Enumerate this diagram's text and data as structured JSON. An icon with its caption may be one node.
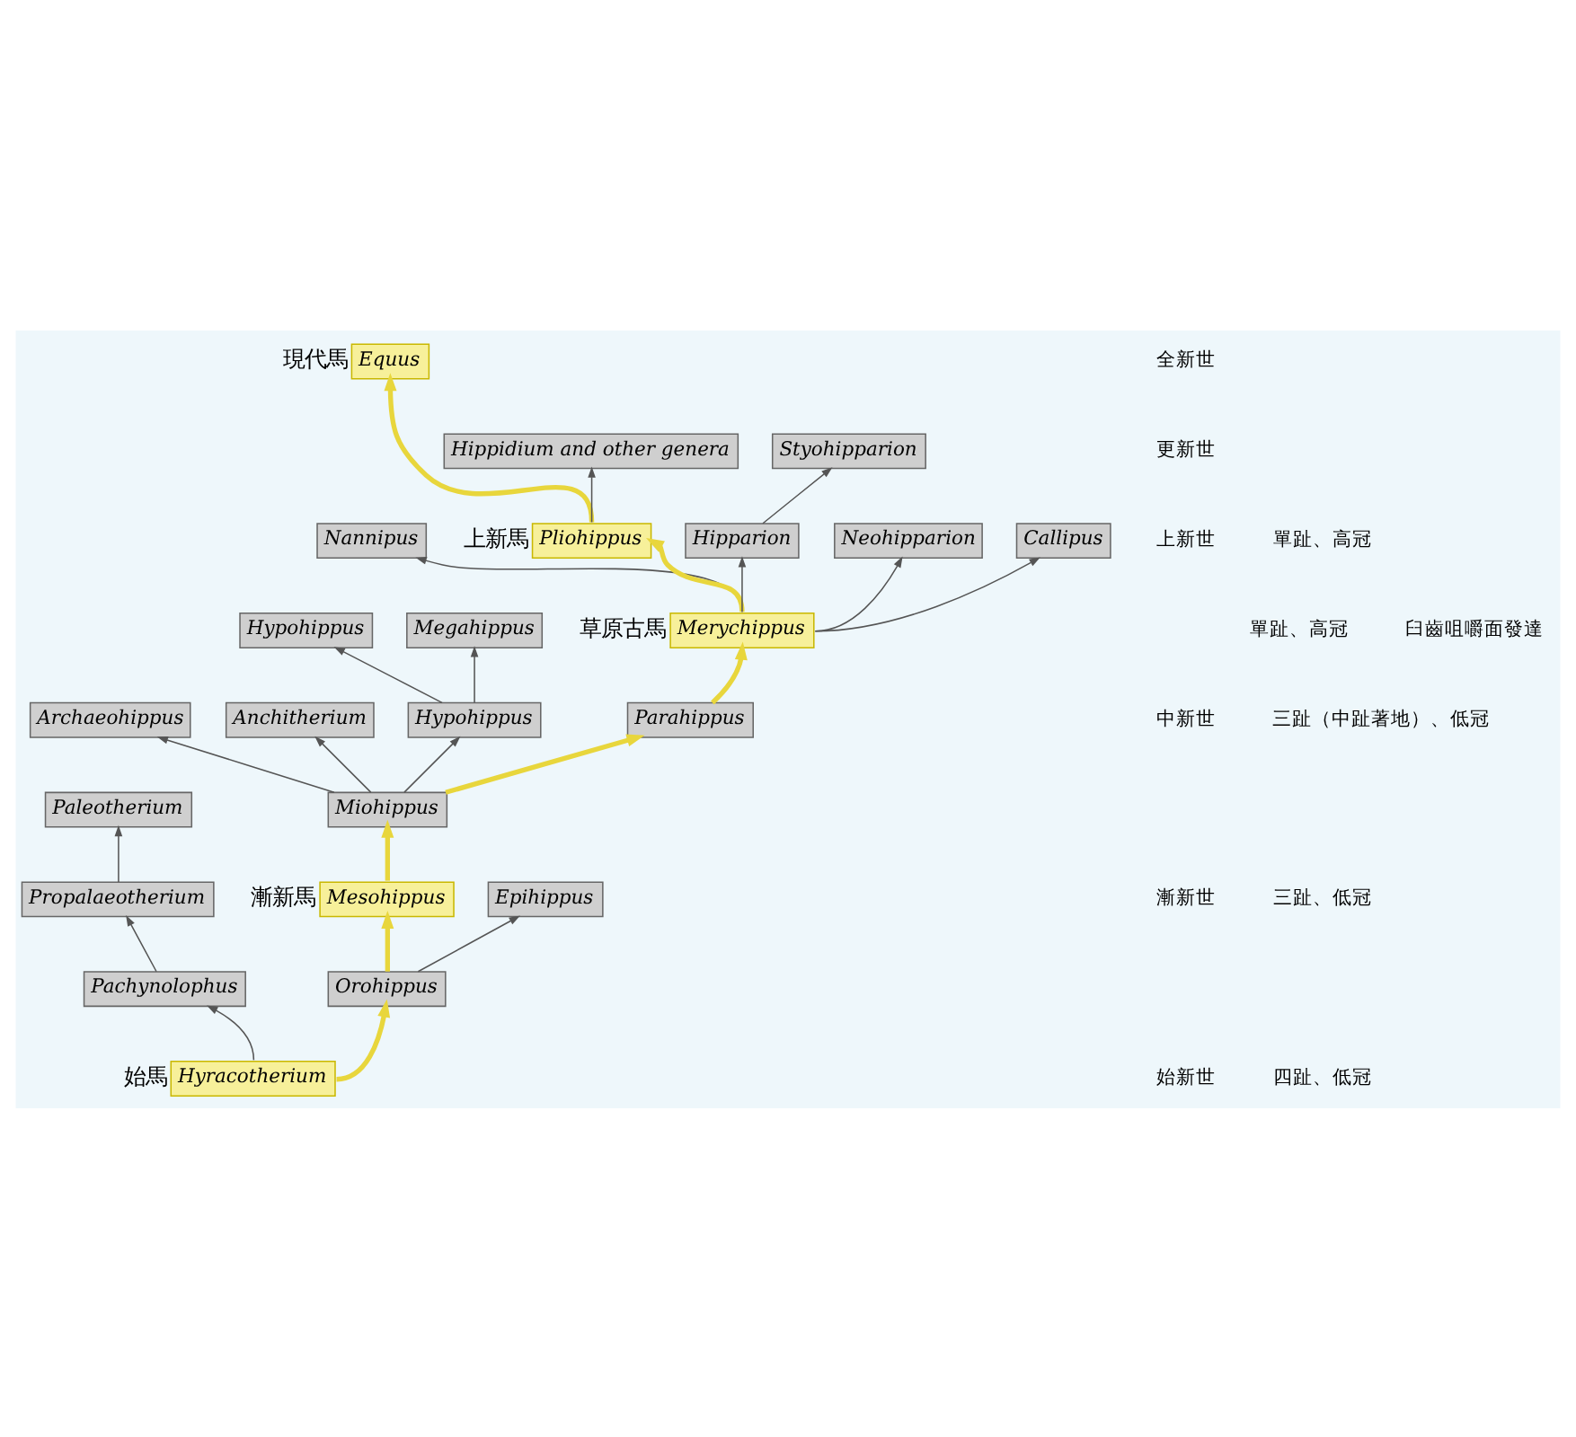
{
  "diagram": {
    "nodes": [
      {
        "text": [
          "Equus"
        ],
        "beside": [
          "現代馬"
        ]
      },
      {
        "text": [
          "Hippidium and other genera"
        ]
      },
      {
        "text": [
          "Styohipparion"
        ]
      },
      {
        "text": [
          "Nannipus"
        ]
      },
      {
        "text": [
          "Pliohippus"
        ],
        "beside": [
          "上新馬"
        ]
      },
      {
        "text": [
          "Hipparion"
        ]
      },
      {
        "text": [
          "Neohipparion"
        ]
      },
      {
        "text": [
          "Hypohippus"
        ]
      },
      {
        "text": [
          "Megahippus"
        ]
      },
      {
        "text": [
          "Callipus"
        ]
      },
      {
        "text": [
          "Archaeohippus"
        ]
      },
      {
        "text": [
          "Merychippus"
        ],
        "beside": [
          "草原古馬"
        ]
      },
      {
        "text": [
          "Anchitherium"
        ]
      },
      {
        "text": [
          "Hypohippus"
        ]
      },
      {
        "text": [
          "Parahippus"
        ]
      },
      {
        "text": [
          "Miohippus"
        ]
      },
      {
        "text": [
          "Mesohippus"
        ],
        "beside": [
          "漸新馬"
        ]
      },
      {
        "text": [
          "Paleotherium"
        ]
      },
      {
        "text": [
          "Epihippus"
        ]
      },
      {
        "text": [
          "Propalaeotherium"
        ]
      },
      {
        "text": [
          "Pachynolophus"
        ]
      },
      {
        "text": [
          "Orohippus"
        ]
      },
      {
        "text": [
          "Hyracotherium"
        ],
        "beside": [
          "始馬"
        ]
      }
    ],
    "edges": [
      {
        "from": 22,
        "to": 20,
        "arrow": "to"
      },
      {
        "from": 22,
        "to": 21,
        "arrow": "to",
        "style": "thick",
        "color": "#e8d63c"
      },
      {
        "from": 20,
        "to": 19,
        "arrow": "to"
      },
      {
        "from": 19,
        "to": 17,
        "arrow": "to"
      },
      {
        "from": 21,
        "to": 16,
        "arrow": "to",
        "style": "thick",
        "color": "#e8d63c"
      },
      {
        "from": 21,
        "to": 18,
        "arrow": "to"
      },
      {
        "from": 16,
        "to": 15,
        "arrow": "to",
        "style": "thick",
        "color": "#e8d63c"
      },
      {
        "from": 15,
        "to": 12,
        "arrow": "to"
      },
      {
        "from": 15,
        "to": 13,
        "arrow": "to"
      },
      {
        "from": 15,
        "to": 10,
        "arrow": "to"
      },
      {
        "from": 15,
        "to": 14,
        "arrow": "to",
        "style": "thick",
        "color": "#e8d63c"
      },
      {
        "from": 13,
        "to": 7,
        "arrow": "to"
      },
      {
        "from": 13,
        "to": 8,
        "arrow": "to"
      },
      {
        "from": 14,
        "to": 11,
        "arrow": "to",
        "style": "thick",
        "color": "#e8d63c"
      },
      {
        "from": 11,
        "to": 9,
        "arrow": "to"
      },
      {
        "from": 11,
        "to": 5,
        "arrow": "to"
      },
      {
        "from": 11,
        "to": 6,
        "arrow": "to"
      },
      {
        "from": 11,
        "to": 3,
        "arrow": "to"
      },
      {
        "from": 11,
        "to": 4,
        "arrow": "to",
        "style": "thick",
        "color": "#e8d63c"
      },
      {
        "from": 5,
        "to": 2,
        "arrow": "to"
      },
      {
        "from": 4,
        "to": 0,
        "arrow": "to",
        "style": "thick",
        "color": "#e8d63c"
      },
      {
        "from": 4,
        "to": 1,
        "arrow": "to"
      }
    ],
    "labels": [
      "全新世",
      "更新世",
      "單趾、高冠",
      "臼齒咀嚼面發達",
      "上新世",
      "單趾、高冠",
      "中新世",
      "三趾（中趾著地）、低冠",
      "三趾、低冠",
      "漸新世",
      "四趾、低冠",
      "始新世"
    ]
  }
}
